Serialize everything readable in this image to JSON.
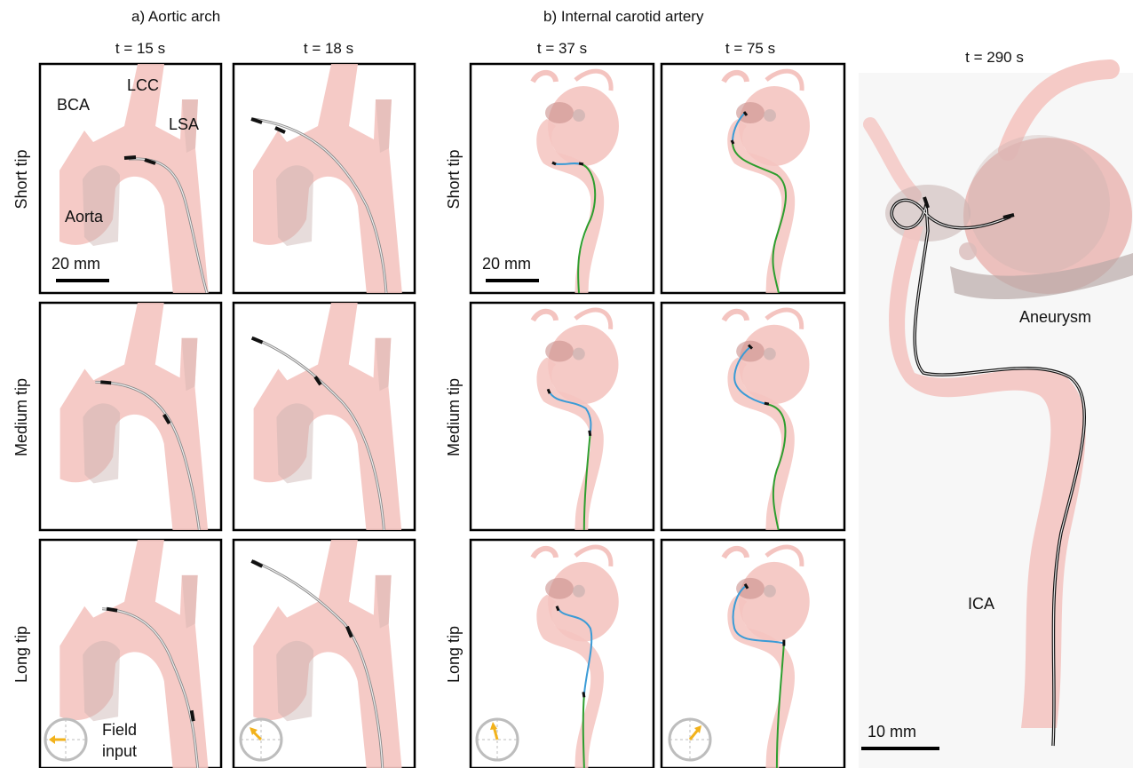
{
  "section_titles": {
    "aortic": "a) Aortic arch",
    "carotid": "b) Internal carotid artery"
  },
  "time_labels": [
    "t = 15 s",
    "t = 18 s",
    "t = 37 s",
    "t = 75 s",
    "t = 290 s"
  ],
  "row_labels": [
    "Short tip",
    "Medium tip",
    "Long tip"
  ],
  "anatomy_labels": {
    "bca": "BCA",
    "lcc": "LCC",
    "lsa": "LSA",
    "aorta": "Aorta",
    "aneurysm": "Aneurysm",
    "ica": "ICA"
  },
  "scale_bars": {
    "aortic": "20 mm",
    "carotid": "20 mm",
    "closeup": "10 mm"
  },
  "field_input_label": [
    "Field",
    "input"
  ],
  "field_directions_deg": [
    180,
    125,
    110,
    50
  ],
  "colors": {
    "vessel": "#f4c4c0",
    "vessel_dark": "#c9b2b0",
    "guidewire_green": "#2e9e2e",
    "guidewire_blue": "#3a9bd6",
    "arrow": "#f2b21b",
    "circle": "#bdbdbd"
  }
}
